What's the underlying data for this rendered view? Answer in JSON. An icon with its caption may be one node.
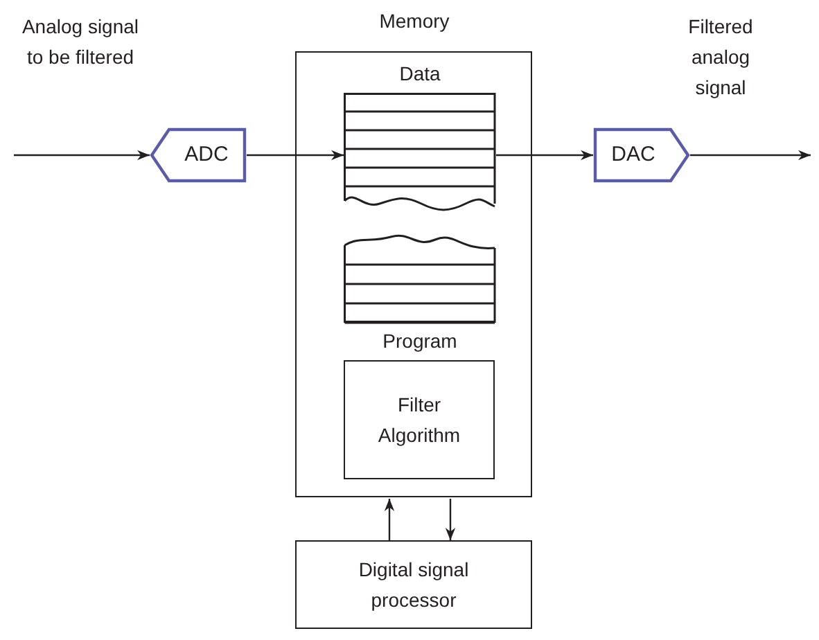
{
  "diagram": {
    "nodes": [
      {
        "text": [
          "Memory"
        ]
      },
      {
        "text": [
          "Data"
        ],
        "in": 0
      },
      {
        "text": [
          "Program",
          "Filter Algorithm"
        ],
        "in": 0
      },
      {
        "text": [
          "ADC"
        ]
      },
      {
        "text": [
          "DAC"
        ]
      },
      {
        "text": [
          "Digital signal processor"
        ]
      }
    ],
    "edges": [
      {
        "from": null,
        "to": 3,
        "arrow": "to"
      },
      {
        "from": 3,
        "to": 1,
        "arrow": "to"
      },
      {
        "from": 1,
        "to": 4,
        "arrow": "to"
      },
      {
        "from": 4,
        "to": null,
        "arrow": "to"
      },
      {
        "from": 5,
        "to": 0,
        "arrow": "to"
      },
      {
        "from": 0,
        "to": 5,
        "arrow": "to"
      }
    ],
    "labels": [
      "Analog signal to be filtered",
      "Filtered analog signal"
    ]
  }
}
